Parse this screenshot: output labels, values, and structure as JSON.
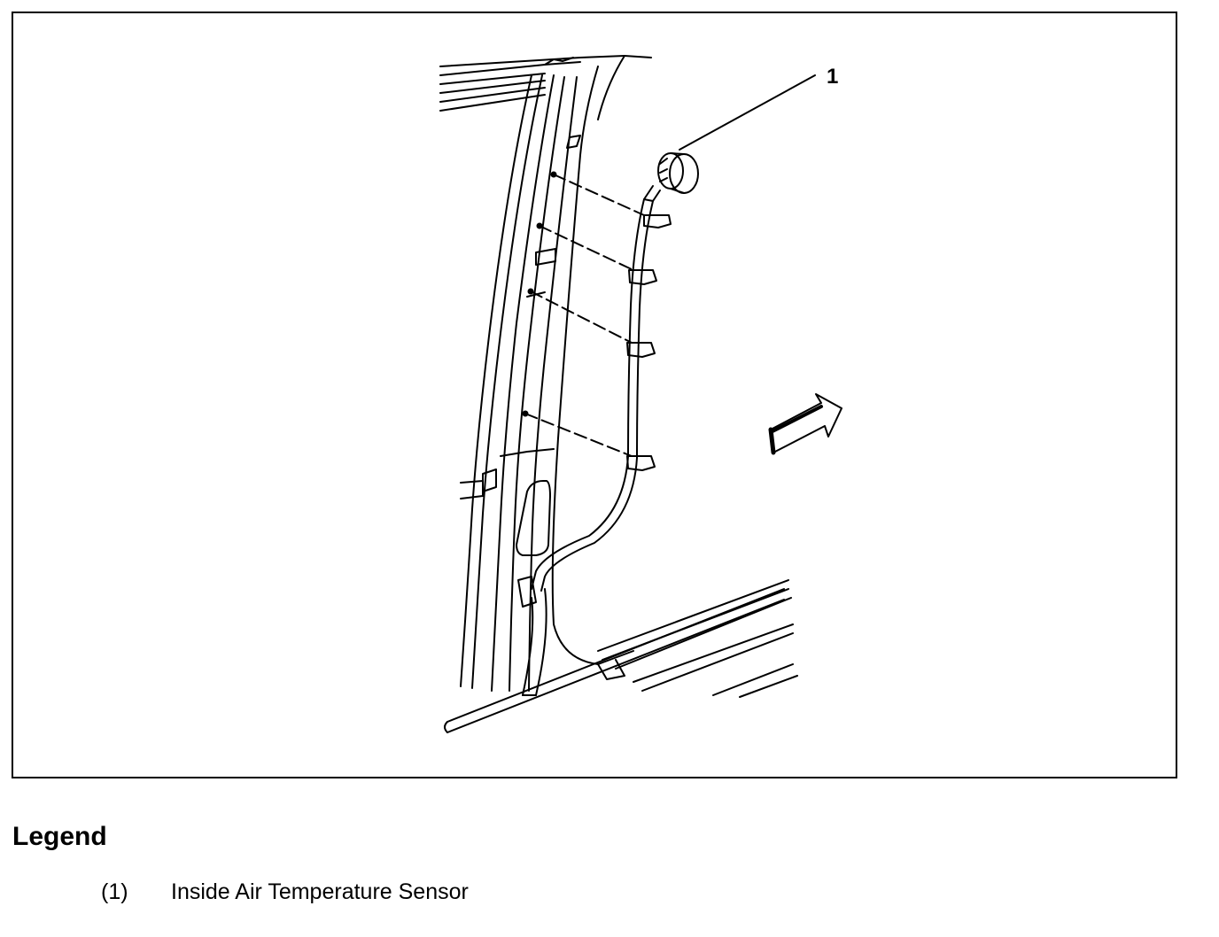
{
  "diagram": {
    "callout": "1"
  },
  "legend": {
    "title": "Legend",
    "items": [
      {
        "number": "(1)",
        "label": "Inside Air Temperature Sensor"
      }
    ]
  },
  "colors": {
    "line": "#000000",
    "background": "#ffffff"
  }
}
